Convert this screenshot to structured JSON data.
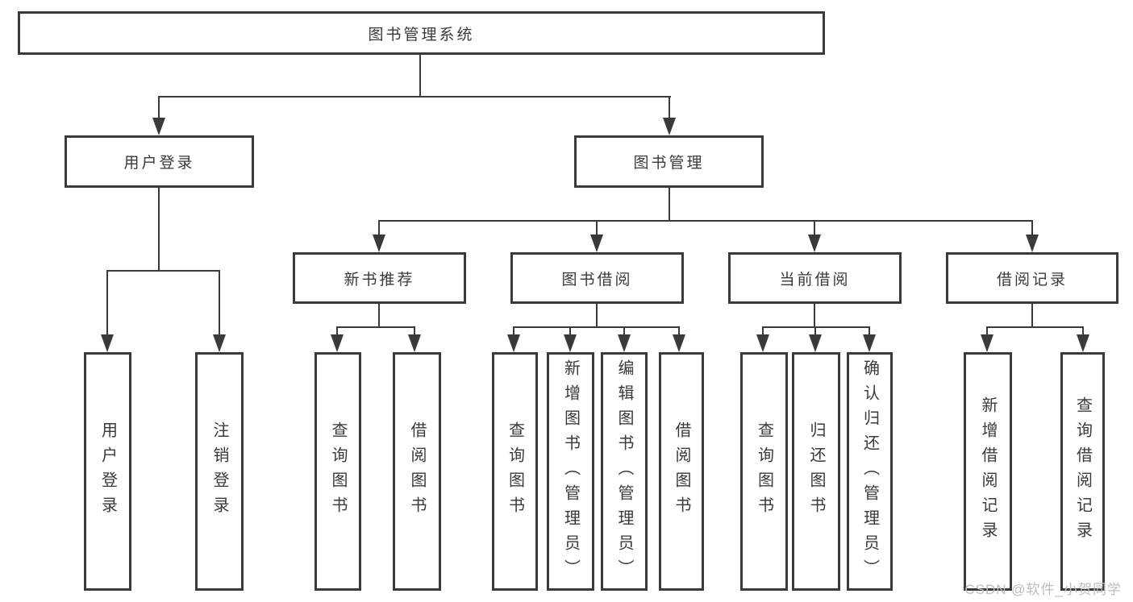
{
  "diagram": {
    "root": {
      "label": "图书管理系统"
    },
    "branches": [
      {
        "label": "用户登录",
        "children": [
          {
            "label": "用户登录"
          },
          {
            "label": "注销登录"
          }
        ]
      },
      {
        "label": "图书管理",
        "children": [
          {
            "label": "新书推荐",
            "children": [
              {
                "label": "查询图书"
              },
              {
                "label": "借阅图书"
              }
            ]
          },
          {
            "label": "图书借阅",
            "children": [
              {
                "label": "查询图书"
              },
              {
                "label": "新增图书（管理员）"
              },
              {
                "label": "编辑图书（管理员）"
              },
              {
                "label": "借阅图书"
              }
            ]
          },
          {
            "label": "当前借阅",
            "children": [
              {
                "label": "查询图书"
              },
              {
                "label": "归还图书"
              },
              {
                "label": "确认归还（管理员）"
              }
            ]
          },
          {
            "label": "借阅记录",
            "children": [
              {
                "label": "新增借阅记录"
              },
              {
                "label": "查询借阅记录"
              }
            ]
          }
        ]
      }
    ]
  },
  "watermark": {
    "text": "CSDN @软件_小贺同学"
  },
  "colors": {
    "line": "#3a3a3a",
    "text": "#3a3a3a",
    "watermark": "#bdbdbd",
    "background": "#ffffff"
  }
}
